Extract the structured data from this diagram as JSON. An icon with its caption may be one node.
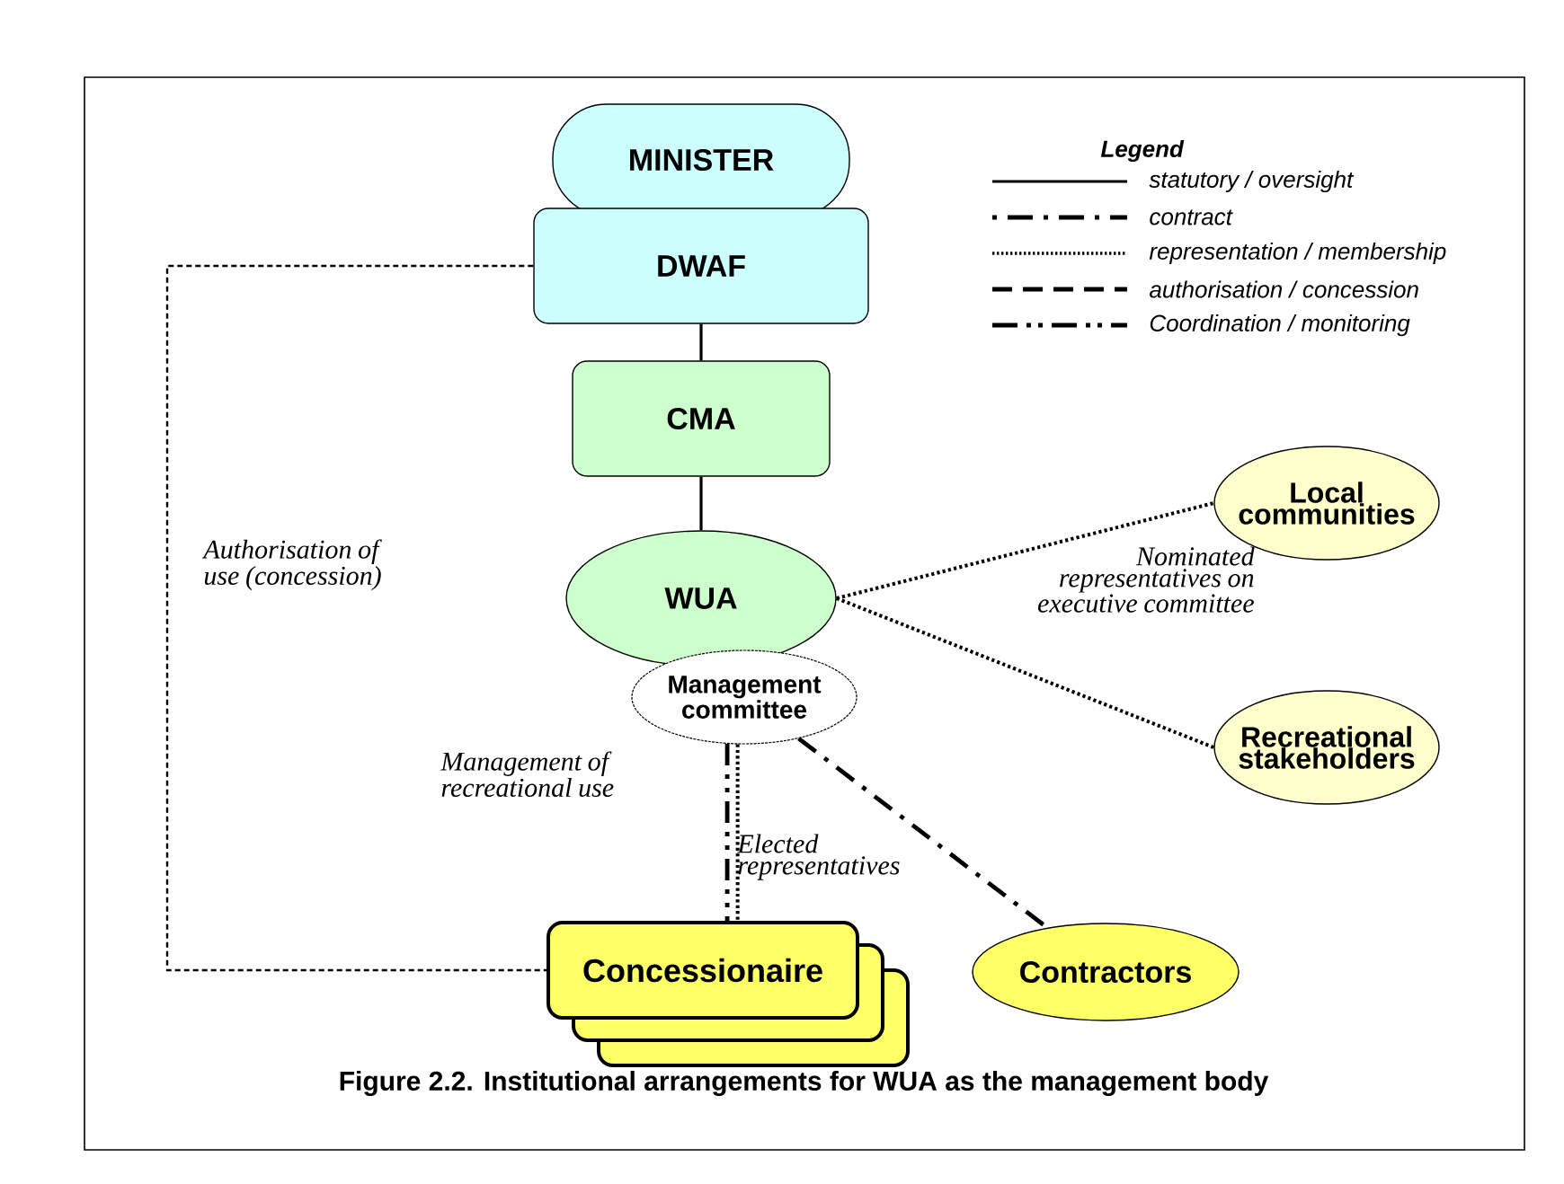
{
  "diagram": {
    "caption": "Figure 2.2. Institutional arrangements for WUA as the management body",
    "nodes": [
      {
        "text": [
          "MINISTER"
        ]
      },
      {
        "text": [
          "DWAF"
        ]
      },
      {
        "text": [
          "CMA"
        ]
      },
      {
        "text": [
          "WUA"
        ]
      },
      {
        "text": [
          "Management committee"
        ]
      },
      {
        "text": [
          "Concessionaire"
        ]
      },
      {
        "text": [
          "Contractors"
        ]
      },
      {
        "text": [
          "Local communities"
        ]
      },
      {
        "text": [
          "Recreational stakeholders"
        ]
      }
    ],
    "edges": [
      {
        "from": 1,
        "to": 2,
        "arrow": "none"
      },
      {
        "from": 2,
        "to": 3,
        "arrow": "none"
      },
      {
        "from": 3,
        "to": 7,
        "arrow": "none",
        "style": "dashed"
      },
      {
        "from": 3,
        "to": 8,
        "arrow": "none",
        "style": "dashed"
      },
      {
        "from": 1,
        "to": 5,
        "arrow": "none",
        "style": "dashed",
        "label": "Authorisation of use (concession)"
      },
      {
        "from": 4,
        "to": 5,
        "arrow": "none",
        "style": "dashed",
        "label": "Management of recreational use"
      },
      {
        "from": 4,
        "to": 5,
        "arrow": "none",
        "style": "dashed",
        "label": "Elected representatives"
      },
      {
        "from": 4,
        "to": 6,
        "arrow": "none",
        "style": "dashed"
      }
    ],
    "labels": [
      "Legend",
      "Nominated representatives on executive committee"
    ],
    "legend": [
      {
        "text": "statutory / oversight"
      },
      {
        "text": "contract"
      },
      {
        "text": "representation / membership"
      },
      {
        "text": "authorisation / concession"
      },
      {
        "text": "Coordination / monitoring"
      }
    ]
  }
}
